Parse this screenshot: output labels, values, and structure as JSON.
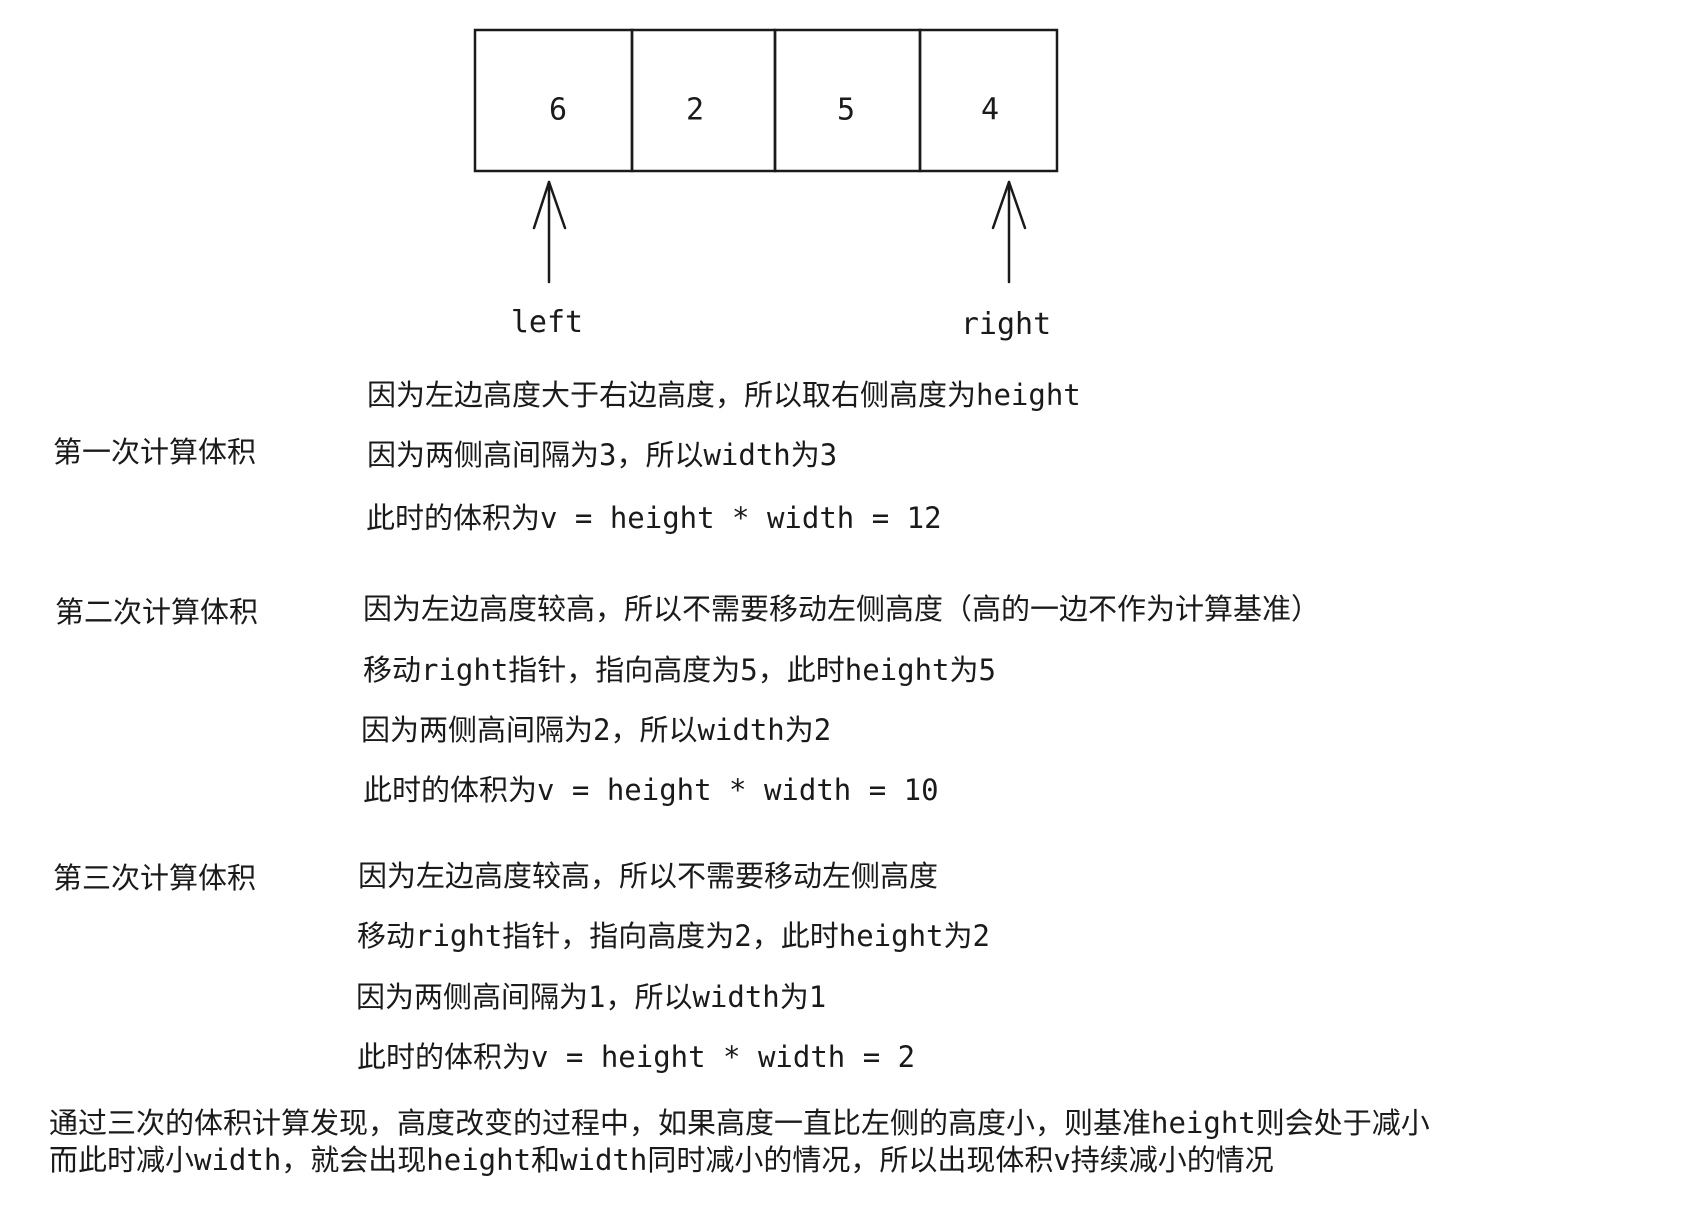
{
  "array": {
    "cells": [
      "6",
      "2",
      "5",
      "4"
    ]
  },
  "pointers": {
    "left": "left",
    "right": "right"
  },
  "steps": [
    {
      "title": "第一次计算体积",
      "lines": [
        "因为左边高度大于右边高度，所以取右侧高度为height",
        "因为两侧高间隔为3，所以width为3",
        "此时的体积为v = height * width = 12"
      ]
    },
    {
      "title": "第二次计算体积",
      "lines": [
        "因为左边高度较高，所以不需要移动左侧高度（高的一边不作为计算基准）",
        "移动right指针，指向高度为5，此时height为5",
        "因为两侧高间隔为2，所以width为2",
        "此时的体积为v = height * width = 10"
      ]
    },
    {
      "title": "第三次计算体积",
      "lines": [
        "因为左边高度较高，所以不需要移动左侧高度",
        "移动right指针，指向高度为2，此时height为2",
        "因为两侧高间隔为1，所以width为1",
        "此时的体积为v = height * width = 2"
      ]
    }
  ],
  "conclusion": {
    "line1": "通过三次的体积计算发现，高度改变的过程中，如果高度一直比左侧的高度小，则基准height则会处于减小",
    "line2": "而此时减小width，就会出现height和width同时减小的情况，所以出现体积v持续减小的情况"
  }
}
